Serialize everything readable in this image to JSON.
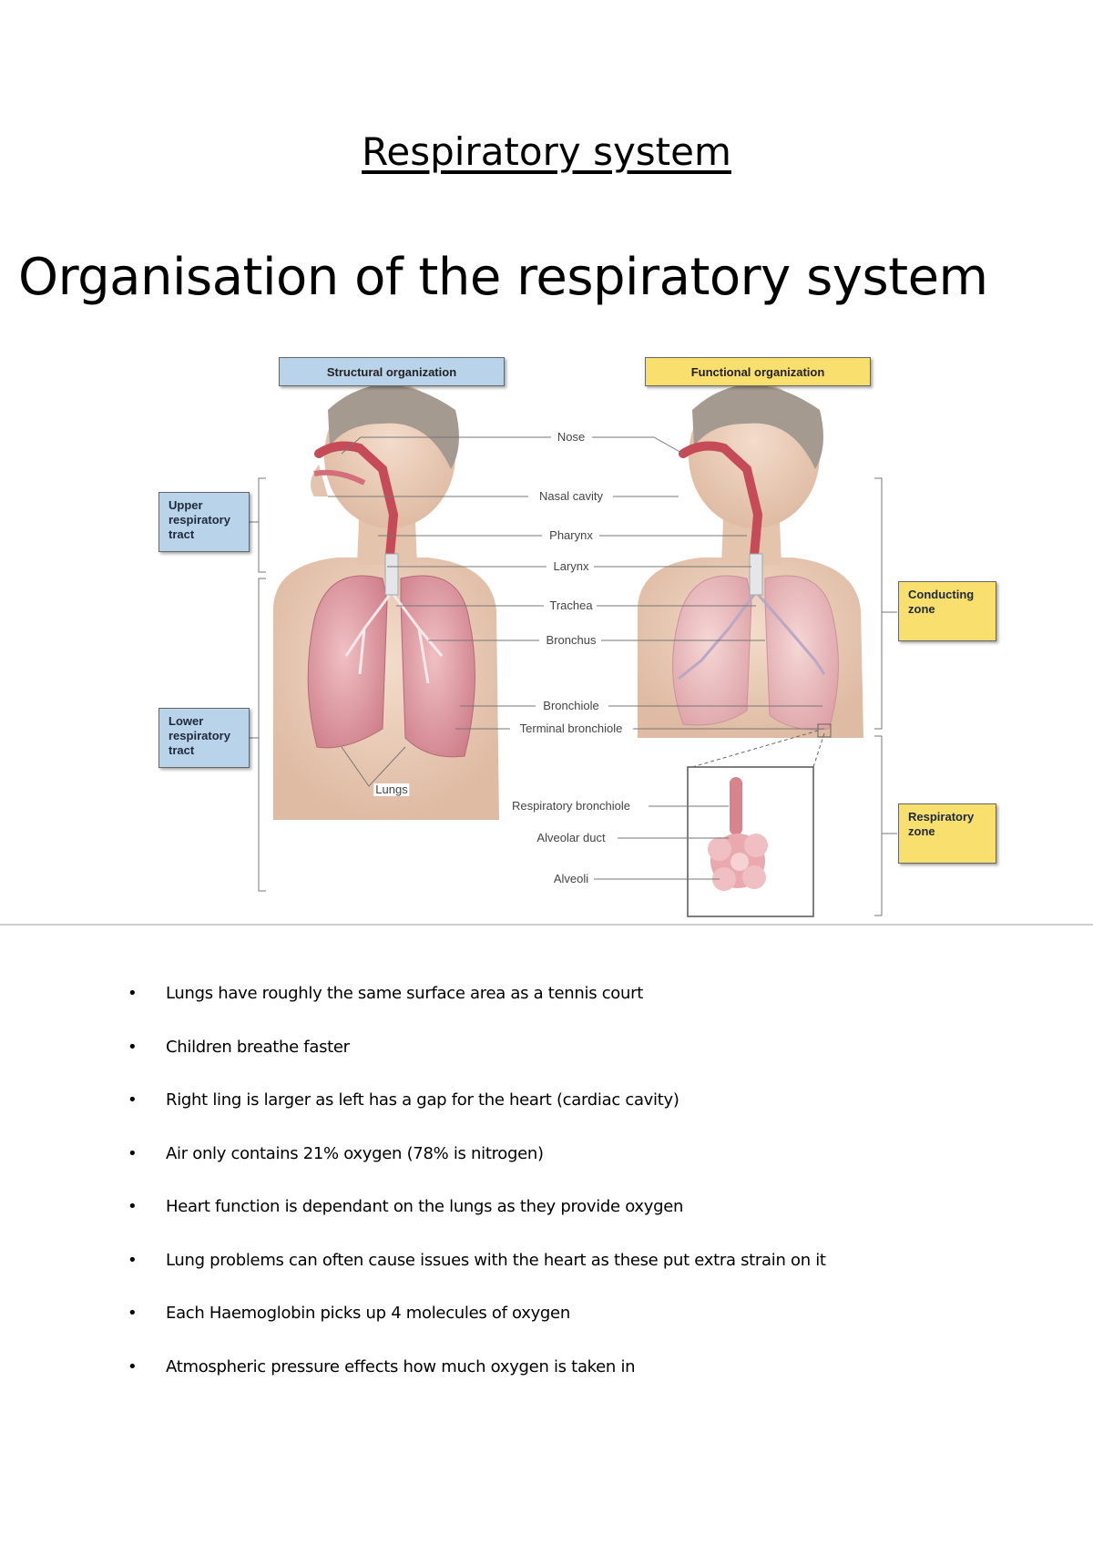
{
  "page": {
    "title": "Respiratory system",
    "slide_title": "Organisation of the respiratory system"
  },
  "figure": {
    "headers": {
      "structural": "Structural organization",
      "functional": "Functional organization"
    },
    "zones": {
      "upper": "Upper respiratory tract",
      "lower": "Lower respiratory tract",
      "conducting": "Conducting zone",
      "respiratory": "Respiratory zone"
    },
    "labels": {
      "nose": "Nose",
      "nasal_cavity": "Nasal cavity",
      "pharynx": "Pharynx",
      "larynx": "Larynx",
      "trachea": "Trachea",
      "bronchus": "Bronchus",
      "bronchiole": "Bronchiole",
      "terminal_bronchiole": "Terminal bronchiole",
      "lungs": "Lungs",
      "respiratory_bronchiole": "Respiratory bronchiole",
      "alveolar_duct": "Alveolar duct",
      "alveoli": "Alveoli"
    },
    "colors": {
      "blue_box": "#b9d3ea",
      "yellow_box": "#f9df6d",
      "skin": "#ecd2bf",
      "lung": "#e3a0a8",
      "airway": "#c44b57"
    }
  },
  "facts": [
    "Lungs have roughly the same surface area as a tennis court",
    "Children breathe faster",
    "Right ling is larger as left has a gap for the heart (cardiac cavity)",
    "Air only contains 21% oxygen (78% is nitrogen)",
    "Heart function is dependant on the lungs as they provide oxygen",
    "Lung problems can often cause issues with the heart as these put extra strain on it",
    "Each Haemoglobin picks up 4 molecules of oxygen",
    "Atmospheric pressure effects how much oxygen is taken in"
  ],
  "bullet_glyph": "•"
}
